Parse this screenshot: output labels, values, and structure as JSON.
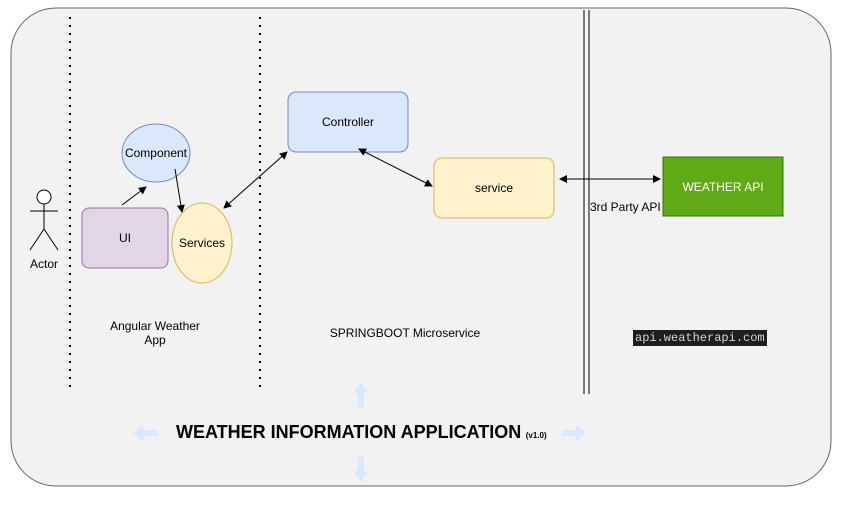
{
  "actor": {
    "label": "Actor"
  },
  "frontend": {
    "component_label": "Component",
    "ui_label": "UI",
    "services_label": "Services",
    "caption_line1": "Angular Weather",
    "caption_line2": "App"
  },
  "backend": {
    "controller_label": "Controller",
    "service_label": "service",
    "caption": "SPRINGBOOT Microservice"
  },
  "external": {
    "edge_label": "3rd Party API",
    "weather_api_label": "WEATHER API",
    "url": "api.weatherapi.com"
  },
  "title": {
    "main": "WEATHER INFORMATION APPLICATION",
    "version": "(v1.0)"
  },
  "colors": {
    "controller_fill": "#dae8fc",
    "controller_stroke": "#6c8ebf",
    "service_fill": "#fff2cc",
    "service_stroke": "#d6b656",
    "ui_fill": "#e1d5e7",
    "ui_stroke": "#9673a6",
    "weather_api_fill": "#60a917",
    "weather_api_stroke": "#2d7600",
    "hint_arrow": "#dae8fc"
  }
}
